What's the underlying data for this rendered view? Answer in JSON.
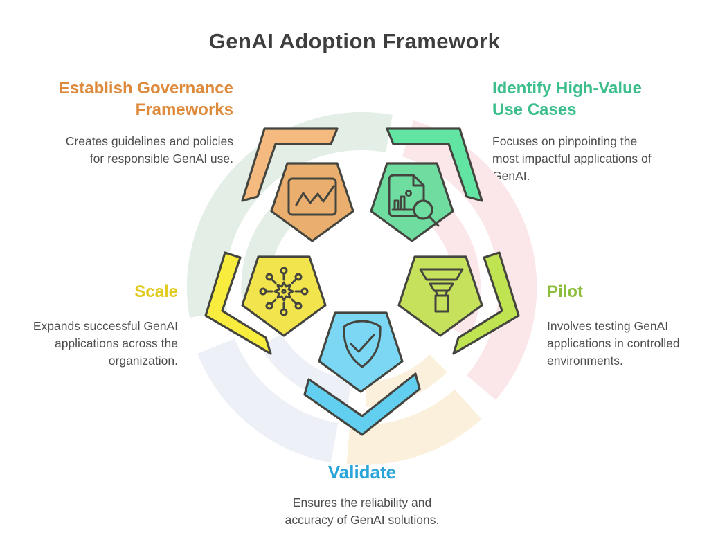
{
  "title": "GenAI Adoption Framework",
  "sections": {
    "governance": {
      "heading": "Establish Governance\nFrameworks",
      "description": "Creates guidelines and policies\nfor responsible GenAI use.",
      "icon": "line-chart"
    },
    "use_cases": {
      "heading": "Identify High-Value\nUse Cases",
      "description": "Focuses on pinpointing the\nmost impactful applications of\nGenAI.",
      "icon": "document-search"
    },
    "scale": {
      "heading": "Scale",
      "description": "Expands successful GenAI\napplications across the\norganization.",
      "icon": "network-hub"
    },
    "pilot": {
      "heading": "Pilot",
      "description": "Involves testing GenAI\napplications in controlled\nenvironments.",
      "icon": "funnel"
    },
    "validate": {
      "heading": "Validate",
      "description": "Ensures the reliability and\naccuracy of GenAI solutions.",
      "icon": "shield-check"
    }
  },
  "colors": {
    "title_text": "#3E3E3E",
    "body_text": "#4D4D4D",
    "outline": "#45453F",
    "governance": {
      "heading": "#DE8A3C",
      "fill": "#EAAF6E",
      "band": "#F4BA80"
    },
    "use_cases": {
      "heading": "#3BBE8C",
      "fill": "#6FDDA0",
      "band": "#62E5A3"
    },
    "scale": {
      "heading": "#E2CB21",
      "fill": "#F2E44C",
      "band": "#F8EC3E"
    },
    "pilot": {
      "heading": "#8CBD3C",
      "fill": "#C6E15C",
      "band": "#BFE351"
    },
    "validate": {
      "heading": "#29A4D9",
      "fill": "#7BD7F3",
      "band": "#62CEF0"
    },
    "bg": {
      "green": "#E3EEE7",
      "pink": "#FBE7E9",
      "cream": "#FAF0DC",
      "blue": "#EDF0F6"
    }
  }
}
